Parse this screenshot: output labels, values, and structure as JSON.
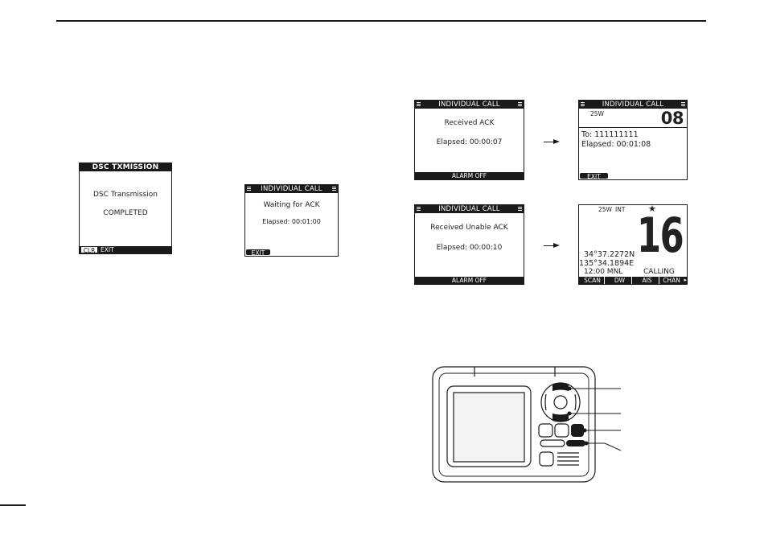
{
  "screens": {
    "dsc_tx": {
      "header": "DSC TXMISSION",
      "line1": "DSC Transmission",
      "line2": "COMPLETED",
      "softkey_clr": "CLR",
      "softkey_exit": "EXIT"
    },
    "waiting": {
      "header": "INDIVIDUAL CALL",
      "line1": "Waiting for ACK",
      "line2": "Elapsed: 00:01:00",
      "softkey_exit": "EXIT"
    },
    "received_ack": {
      "header": "INDIVIDUAL CALL",
      "line1": "Received ACK",
      "line2": "Elapsed: 00:00:07",
      "softkey": "ALARM OFF"
    },
    "ack_result": {
      "header": "INDIVIDUAL CALL",
      "power": "25W",
      "channel": "08",
      "to": "To: 111111111",
      "elapsed": "Elapsed: 00:01:08",
      "softkey_exit": "EXIT"
    },
    "received_unable": {
      "header": "INDIVIDUAL CALL",
      "line1": "Received Unable ACK",
      "line2": "Elapsed: 00:00:10",
      "softkey": "ALARM OFF"
    },
    "channel_screen": {
      "power": "25W",
      "int": "INT",
      "star": "★",
      "channel": "16",
      "lat": "34°37.2272N",
      "lon": "135°34.1894E",
      "time": "12:00 MNL",
      "status": "CALLING",
      "softkeys": [
        "SCAN",
        "DW",
        "AIS",
        "CHAN"
      ]
    }
  }
}
